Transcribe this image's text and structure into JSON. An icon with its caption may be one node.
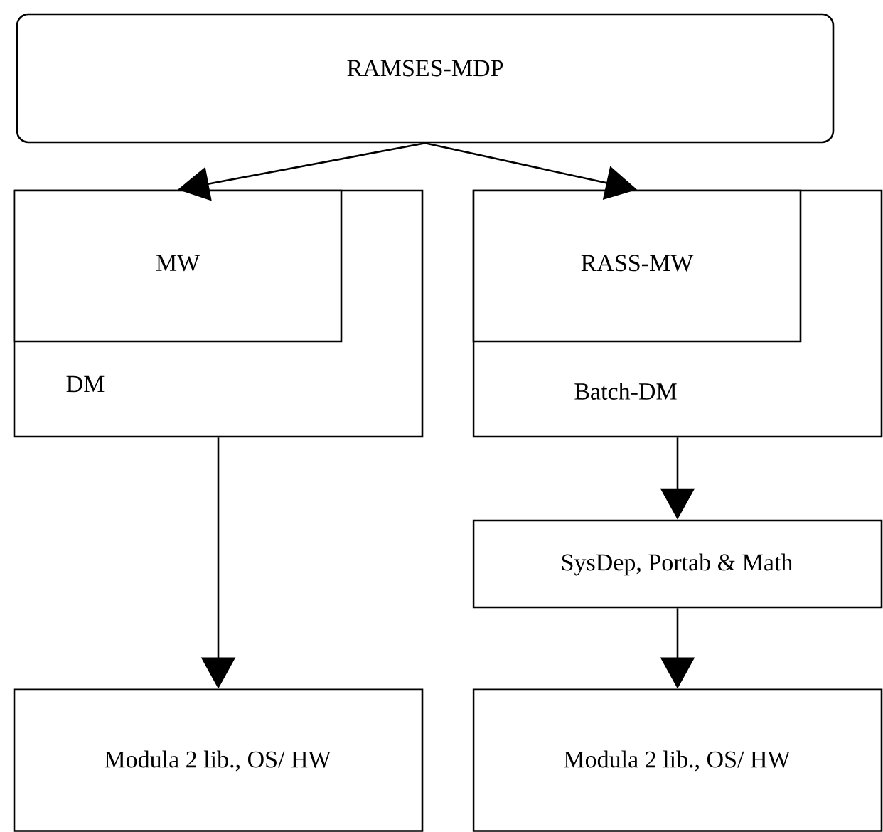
{
  "diagram": {
    "nodes": [
      {
        "text": [
          "RAMSES-MDP"
        ]
      },
      {
        "text": [
          "DM"
        ]
      },
      {
        "text": [
          "MW"
        ],
        "in": 1
      },
      {
        "text": [
          "Batch-DM"
        ]
      },
      {
        "text": [
          "RASS-MW"
        ],
        "in": 3
      },
      {
        "text": [
          "SysDep, Portab & Math"
        ]
      },
      {
        "text": [
          "Modula 2 lib., OS/ HW"
        ]
      },
      {
        "text": [
          "Modula 2 lib., OS/ HW"
        ]
      }
    ],
    "edges": [
      {
        "from": 0,
        "to": 2,
        "arrow": "to"
      },
      {
        "from": 0,
        "to": 4,
        "arrow": "to"
      },
      {
        "from": 1,
        "to": 6,
        "arrow": "to"
      },
      {
        "from": 3,
        "to": 5,
        "arrow": "to"
      },
      {
        "from": 5,
        "to": 7,
        "arrow": "to"
      }
    ]
  }
}
